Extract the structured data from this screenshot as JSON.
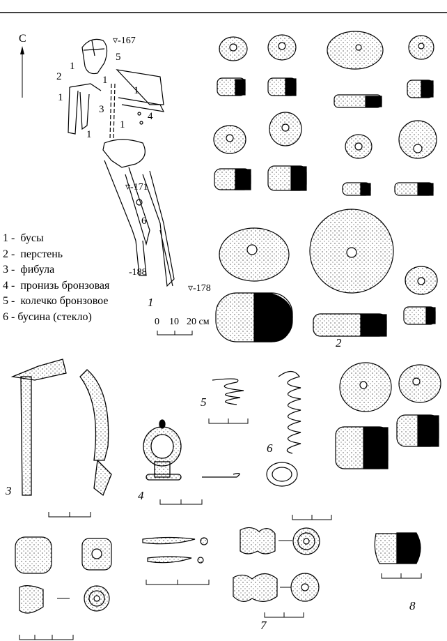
{
  "figure": {
    "north_label": "С",
    "elevations": [
      "-167",
      "-171",
      "-188",
      "-178"
    ],
    "burial_markers": [
      "1",
      "2",
      "1",
      "1",
      "3",
      "1",
      "1",
      "4",
      "1",
      "5",
      "6"
    ],
    "legend": [
      {
        "num": "1 -",
        "text": "бусы"
      },
      {
        "num": "2 -",
        "text": "перстень"
      },
      {
        "num": "3 -",
        "text": "фибула"
      },
      {
        "num": "4 -",
        "text": "пронизь бронзовая"
      },
      {
        "num": "5 -",
        "text": "колечко бронзовое"
      },
      {
        "num": "6 -",
        "text": "бусина (стекло)"
      }
    ],
    "main_scale": {
      "ticks": [
        "0",
        "10",
        "20 см"
      ]
    },
    "panel_labels": [
      "1",
      "2",
      "3",
      "4",
      "5",
      "6",
      "7",
      "8"
    ]
  }
}
